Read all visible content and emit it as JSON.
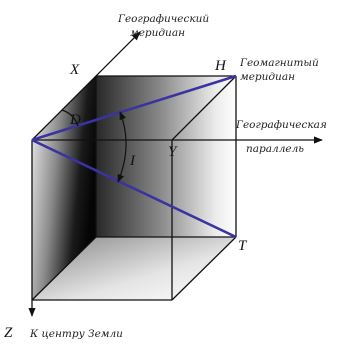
{
  "labels": {
    "x": "X",
    "y": "Y",
    "z": "Z",
    "h": "H",
    "t": "T",
    "d": "D",
    "i": "I",
    "geo_meridian_line1": "Географический",
    "geo_meridian_line2": "меридиан",
    "mag_meridian_line1": "Геомагнитый",
    "mag_meridian_line2": "меридиан",
    "geo_parallel_line1": "Географическая",
    "geo_parallel_line2": "параллель",
    "earth_center": "К центру Земли"
  },
  "colors": {
    "vector": "#3a33a0",
    "edge": "#111111",
    "background": "#ffffff"
  }
}
